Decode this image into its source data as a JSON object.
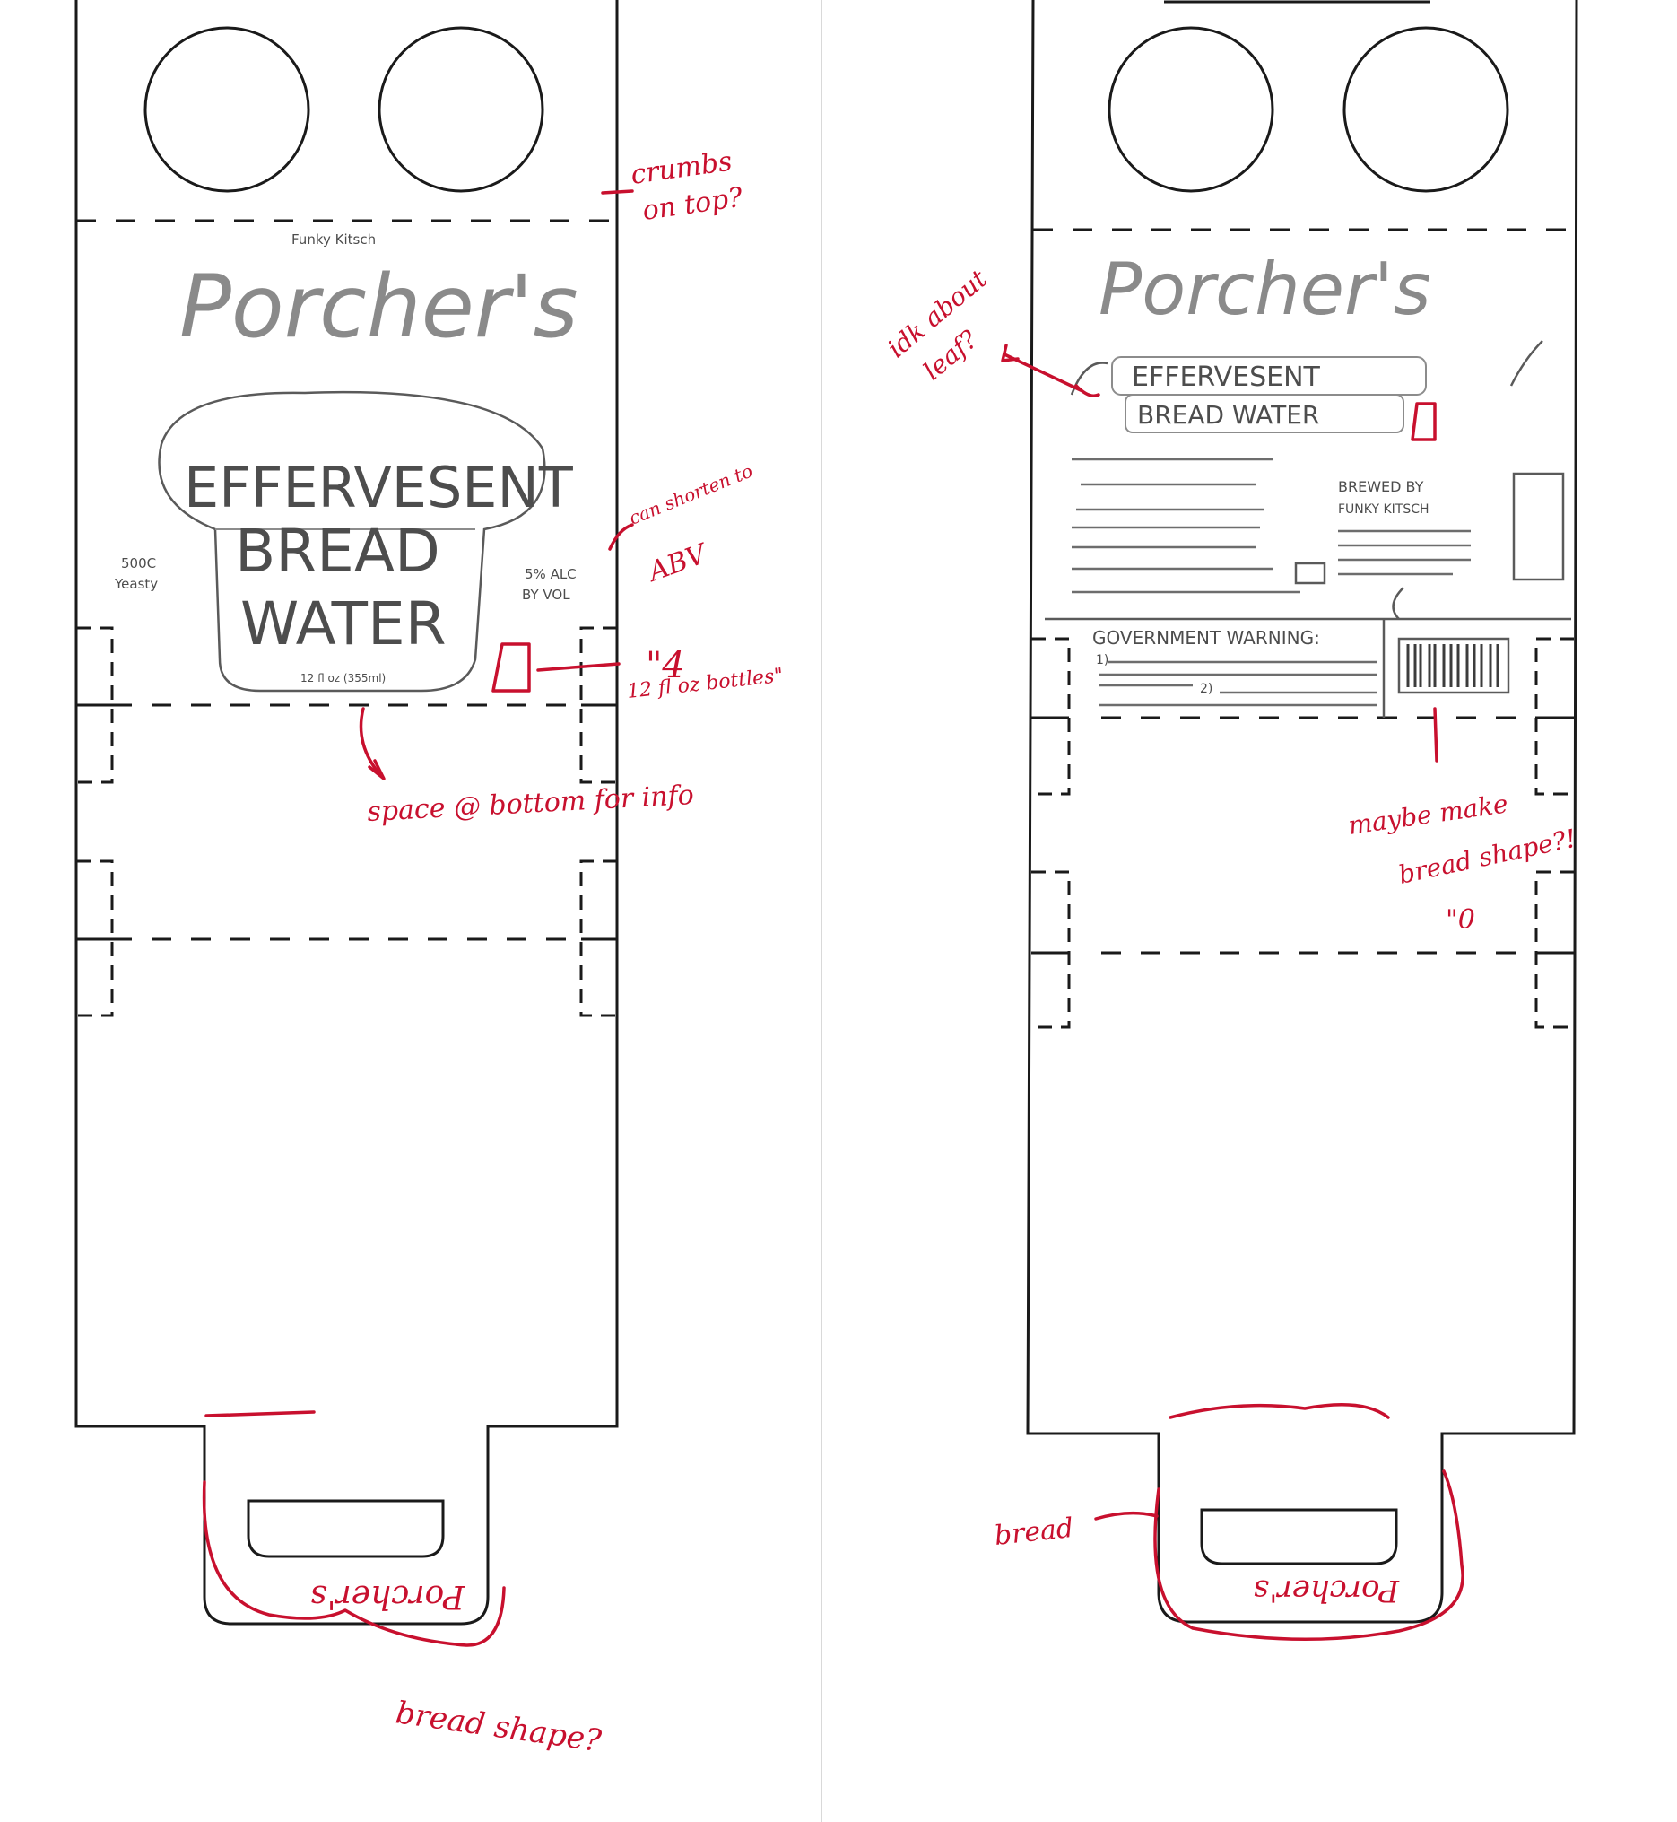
{
  "colors": {
    "template_lines": "#1a1a1a",
    "pencil_sketch": "#4d4d4d",
    "red_pen_notes": "#c8102e",
    "paper": "#ffffff"
  },
  "front_label": {
    "brewer_small": "Funky Kitsch",
    "brand": "Porcher's",
    "product_lines": [
      "EFFERVESENT",
      "BREAD",
      "WATER"
    ],
    "left_side_text": [
      "500C",
      "Yeasty"
    ],
    "right_side_text": [
      "5% ALC",
      "BY VOL"
    ],
    "volume": "12 fl oz (355ml)"
  },
  "front_notes": {
    "crumbs": [
      "crumbs",
      "on top?"
    ],
    "abv": [
      "can shorten to",
      "ABV"
    ],
    "bottles": [
      "\"4",
      "12 fl oz bottles\""
    ],
    "space": "space @ bottom for info",
    "bread_shape": "bread shape?",
    "tab_word": "Porcher's"
  },
  "back_label": {
    "brand": "Porcher's",
    "product_lines": [
      "EFFERVESENT",
      "BREAD WATER"
    ],
    "brewed_by": [
      "BREWED BY",
      "FUNKY KITSCH"
    ],
    "government_warning": "GOVERNMENT WARNING:",
    "warning_items": [
      "1)",
      "2)"
    ],
    "tab_word": "Porcher's"
  },
  "back_notes": {
    "leaf": [
      "idk about",
      "leaf?"
    ],
    "bread_snap": [
      "maybe make",
      "bread shape?!"
    ],
    "tick": "\"0",
    "bread": "bread"
  },
  "icons": [
    "bottle-hole-icon",
    "barcode-icon",
    "bread-loaf-icon",
    "bottle-icon",
    "envelope-icon",
    "wheat-leaf-icon"
  ]
}
